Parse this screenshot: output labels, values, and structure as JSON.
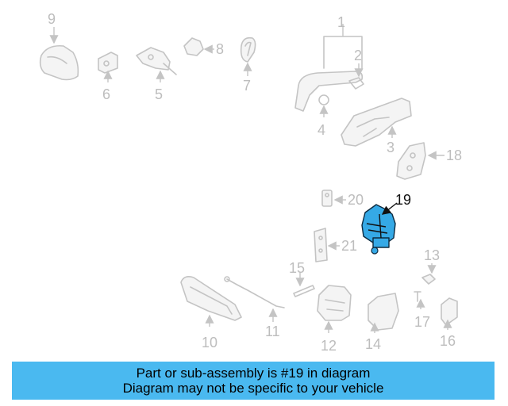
{
  "diagram": {
    "callouts": {
      "p1": "1",
      "p2": "2",
      "p3": "3",
      "p4": "4",
      "p5": "5",
      "p6": "6",
      "p7": "7",
      "p8": "8",
      "p9": "9",
      "p10": "10",
      "p11": "11",
      "p12": "12",
      "p13": "13",
      "p14": "14",
      "p15": "15",
      "p16": "16",
      "p17": "17",
      "p18": "18",
      "p19": "19",
      "p20": "20",
      "p21": "21"
    },
    "highlighted_part": "19",
    "colors": {
      "highlight": "#35a9e6",
      "banner": "#4ab9f0",
      "part_lines": "#c4c4c4"
    }
  },
  "banner": {
    "line1": "Part or sub-assembly is #19 in diagram",
    "line2": "Diagram may not be specific to your vehicle"
  }
}
